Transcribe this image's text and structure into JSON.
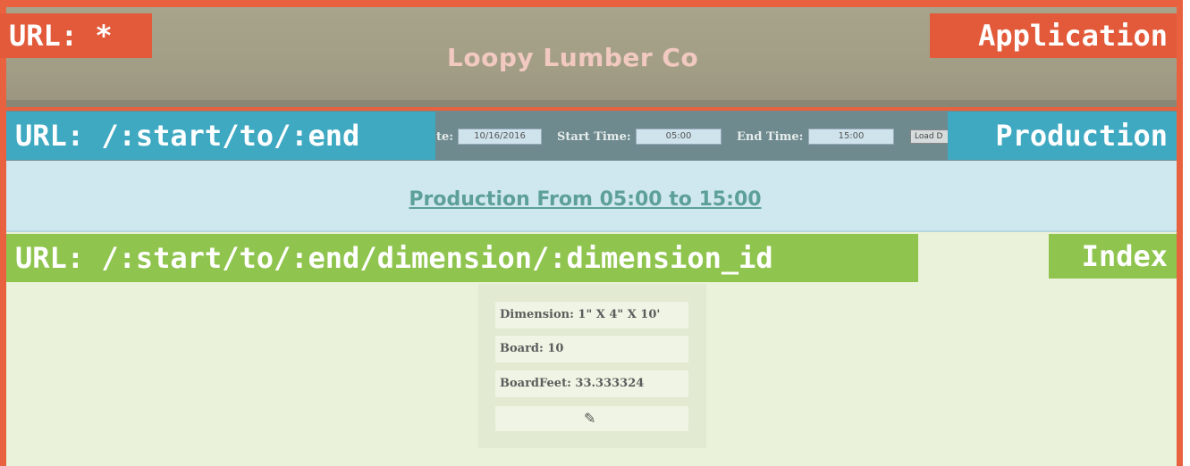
{
  "header": {
    "brand": "Loopy Lumber Co"
  },
  "tags": {
    "app_url": "URL: *",
    "app_name": "Application",
    "prod_url": "URL: /:start/to/:end",
    "prod_name": "Production",
    "index_url": "URL: /:start/to/:end/dimension/:dimension_id",
    "index_name": "Index"
  },
  "form": {
    "date_label": "te:",
    "date_value": "10/16/2016",
    "start_label": "Start Time:",
    "start_value": "05:00",
    "end_label": "End Time:",
    "end_value": "15:00",
    "load_label": "Load D"
  },
  "production": {
    "heading": "Production From 05:00 to 15:00"
  },
  "card": {
    "dimension": "Dimension: 1\" X 4\" X 10'",
    "board": "Board: 10",
    "board_feet": "BoardFeet: 33.333324",
    "edit_icon": "pencil-icon"
  },
  "colors": {
    "application": "#e25a3a",
    "production": "#3fa9c2",
    "index": "#8fc44e",
    "header_bg": "#a29e86",
    "brand_text": "#f2c9c0"
  }
}
